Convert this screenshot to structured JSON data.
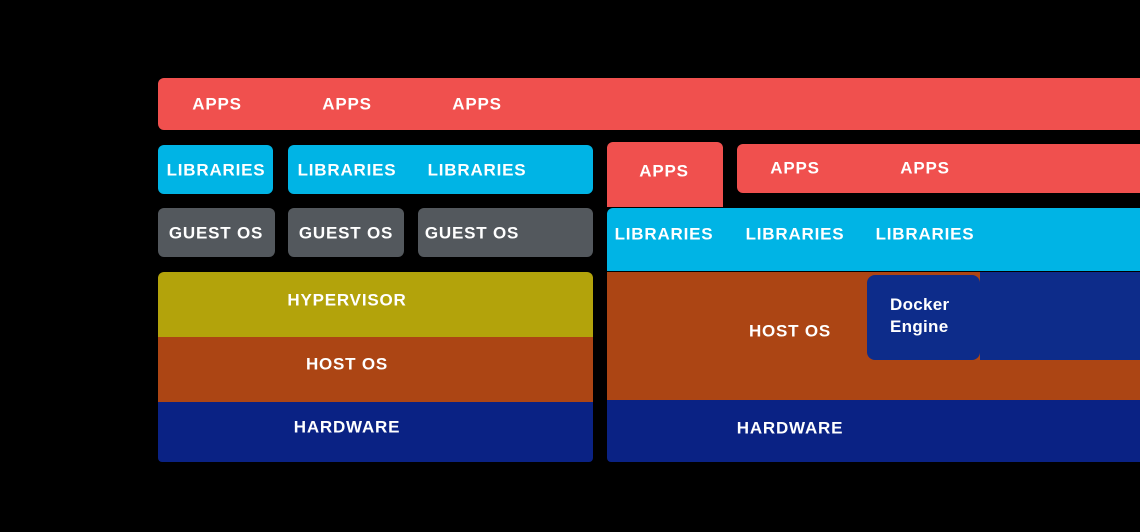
{
  "colors": {
    "background": "#000000",
    "apps": "#F0504E",
    "libraries": "#00B4E5",
    "guest_os": "#53585D",
    "hypervisor": "#B3A30B",
    "host_os": "#AC4514",
    "hardware": "#0A2284",
    "docker_engine": "#0D2C8A",
    "label_text": "#FFFFFF"
  },
  "vm_stack": {
    "apps_labels": [
      "APPS",
      "APPS",
      "APPS"
    ],
    "libraries_box1_label": "LIBRARIES",
    "libraries_box2_labels": [
      "LIBRARIES",
      "LIBRARIES"
    ],
    "guest_os_labels": [
      "GUEST OS",
      "GUEST OS",
      "GUEST OS"
    ],
    "hypervisor_label": "HYPERVISOR",
    "host_os_label": "HOST OS",
    "hardware_label": "HARDWARE"
  },
  "docker_stack": {
    "apps_box_label": "APPS",
    "apps_bar_labels": [
      "APPS",
      "APPS"
    ],
    "libraries_labels": [
      "LIBRARIES",
      "LIBRARIES",
      "LIBRARIES"
    ],
    "host_os_label": "HOST OS",
    "docker_engine_label": "Docker Engine",
    "hardware_label": "HARDWARE"
  }
}
